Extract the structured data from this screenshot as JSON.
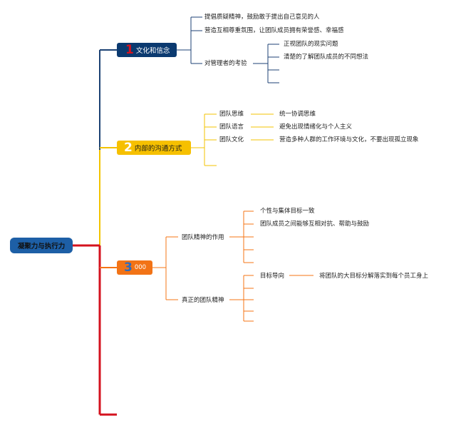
{
  "colors": {
    "blue": "#1c4274",
    "yellow": "#f3c300",
    "red": "#d4121e",
    "orange": "#f57415",
    "root_bg": "#1d5fa6",
    "box1_bg": "#0b3a70",
    "box1_num": "#d4121e",
    "box2_bg": "#f6c000",
    "box2_num": "#ffffff",
    "box3_bg": "#f27316",
    "box3_num": "#2b6cbf"
  },
  "root": {
    "label": "凝聚力与执行力"
  },
  "branch1": {
    "number": "1",
    "title": "文化和信念",
    "items": [
      "提倡质疑精神，鼓励敢于提出自己意见的人",
      "营造互相尊重氛围，让团队成员拥有荣誉感、幸福感"
    ],
    "manager": {
      "label": "对管理者的考验",
      "items": [
        "正视团队的现实问题",
        "清楚的了解团队成员的不同想法"
      ]
    }
  },
  "branch2": {
    "number": "2",
    "title": "内部的沟通方式",
    "rows": [
      {
        "label": "团队思维",
        "desc": "统一协调思维"
      },
      {
        "label": "团队语言",
        "desc": "避免出现情绪化与个人主义"
      },
      {
        "label": "团队文化",
        "desc": "营造多种人群的工作环境与文化，不要出现孤立现象"
      }
    ]
  },
  "branch3": {
    "number": "3",
    "title": "000",
    "sub1": {
      "label": "团队精神的作用",
      "items": [
        "个性与集体目标一致",
        "团队成员之间能够互相对抗、帮助与鼓励"
      ]
    },
    "sub2": {
      "label": "真正的团队精神",
      "goal_label": "目标导向",
      "goal_desc": "将团队的大目标分解落实到每个员工身上"
    }
  }
}
